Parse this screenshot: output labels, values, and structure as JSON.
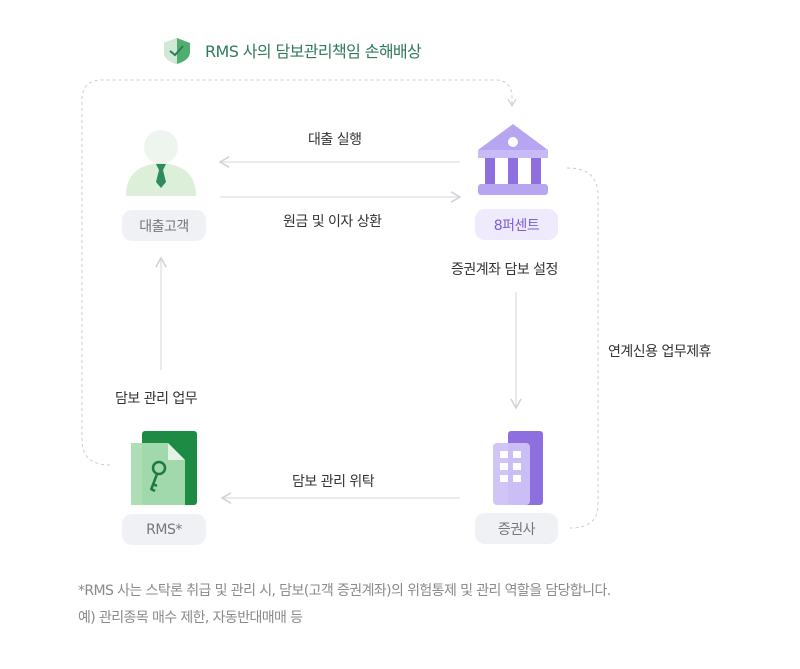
{
  "title": "RMS 사의 담보관리책임 손해배상",
  "nodes": {
    "customer": "대출고객",
    "lender": "8퍼센트",
    "rms": "RMS*",
    "securities": "증권사"
  },
  "edges": {
    "loan_execution": "대출 실행",
    "repayment": "원금 및 이자 상환",
    "collateral_setup": "증권계좌 담보 설정",
    "partnership": "연계신용 업무제휴",
    "collateral_management": "담보 관리 업무",
    "collateral_delegation": "담보 관리 위탁"
  },
  "footnote": {
    "line1": "*RMS 사는 스탁론 취급 및 관리 시, 담보(고객 증권계좌)의 위험통제 및 관리 역할을 담당합니다.",
    "line2": "예) 관리종목 매수 제한, 자동반대매매 등"
  },
  "colors": {
    "green": "#2f7a5a",
    "purple": "#8d6fe0"
  }
}
